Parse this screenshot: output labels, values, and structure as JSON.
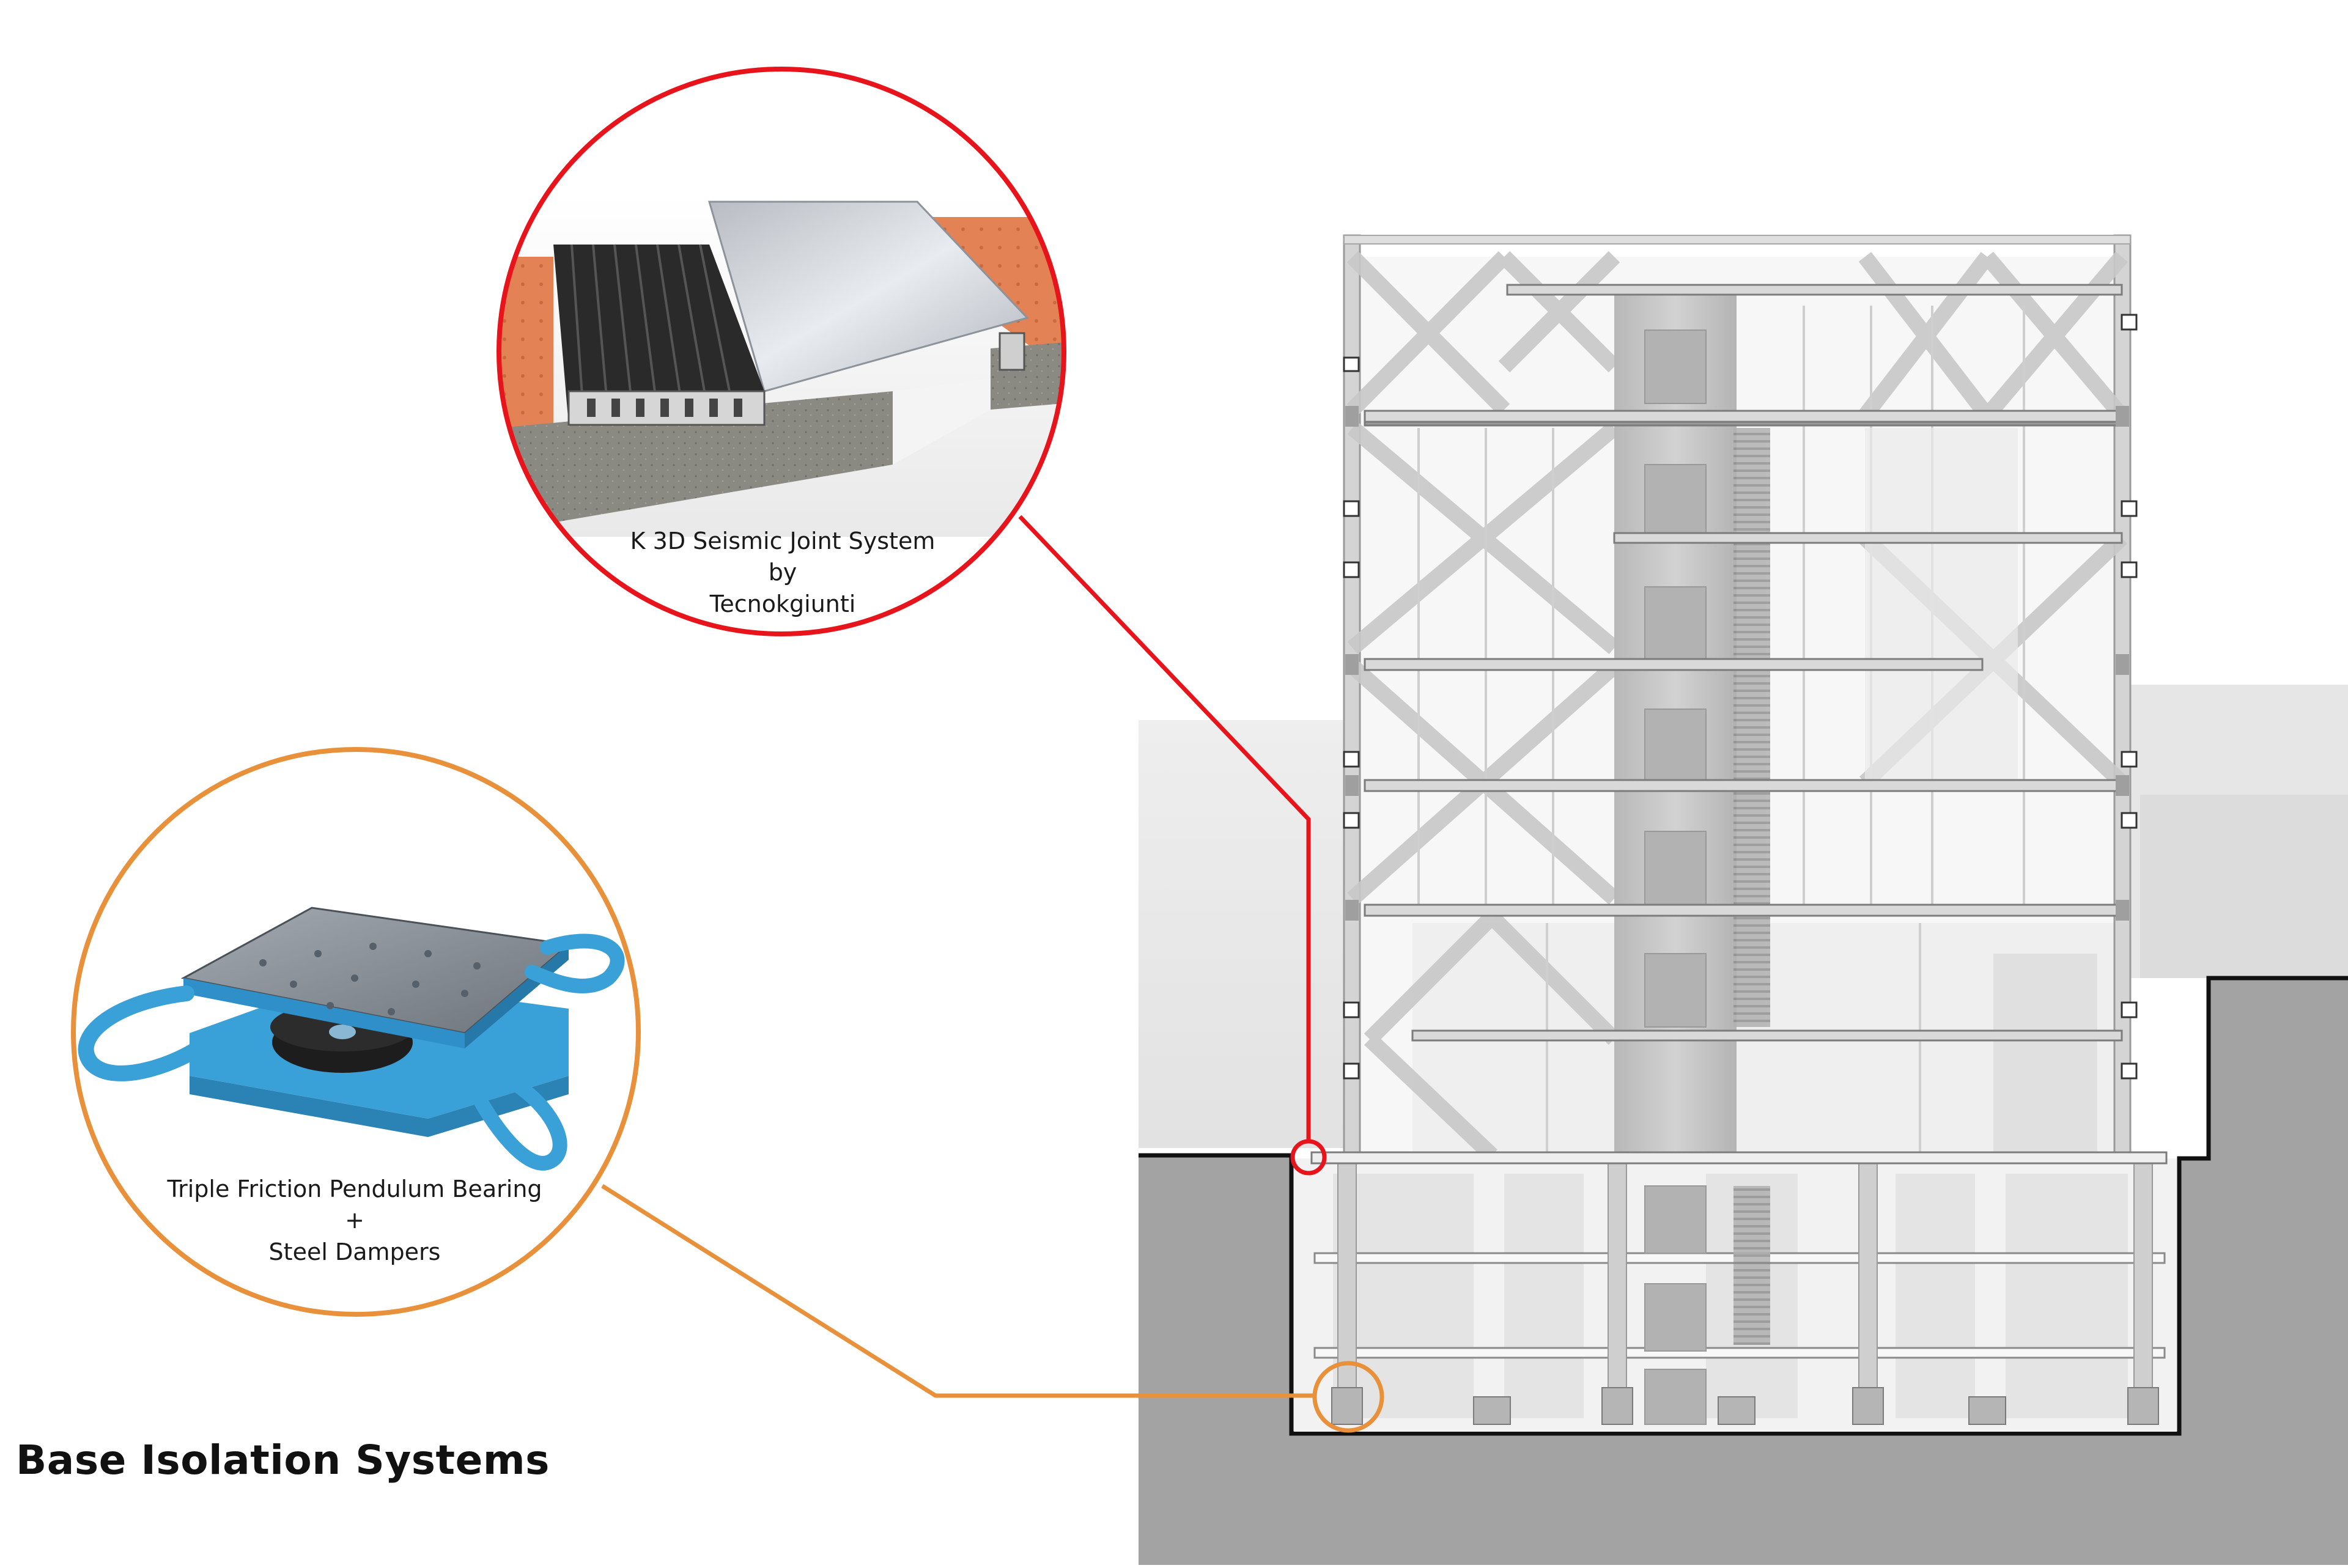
{
  "diagram": {
    "title": "Base Isolation Systems",
    "callouts": [
      {
        "lines": [
          "K 3D Seismic Joint System",
          "by",
          "Tecnokgiunti"
        ],
        "color": "#e8141b"
      },
      {
        "lines": [
          "Triple Friction Pendulum Bearing",
          "+",
          "Steel Dampers"
        ],
        "color": "#e8903a"
      }
    ]
  },
  "colors": {
    "ground": "#a3a3a3",
    "background_block": "#e8e8e8",
    "structure": "#bdbdbd",
    "core": "#c9c9c9",
    "bearing_blue": "#3aa0d8",
    "tile": "#e07a48",
    "concrete": "#8c8c85"
  }
}
